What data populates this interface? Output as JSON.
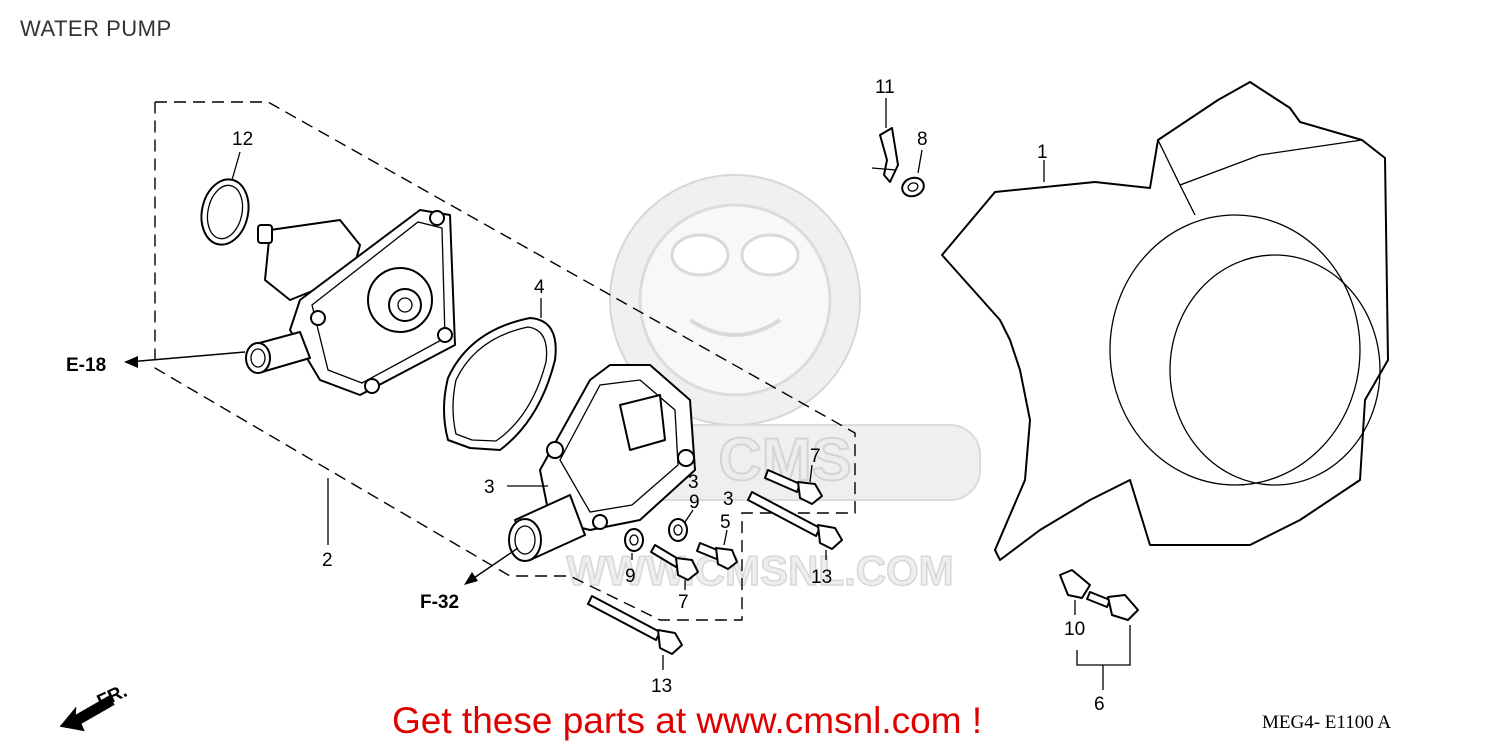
{
  "header": {
    "title": "WATER PUMP"
  },
  "callouts": {
    "c1": "1",
    "c2": "2",
    "c3a": "3",
    "c3b": "3",
    "c3c": "3",
    "c4": "4",
    "c5": "5",
    "c6": "6",
    "c7a": "7",
    "c7b": "7",
    "c8": "8",
    "c9a": "9",
    "c9b": "9",
    "c10": "10",
    "c11": "11",
    "c12": "12",
    "c13a": "13",
    "c13b": "13"
  },
  "references": {
    "e18": "E-18",
    "f32": "F-32",
    "front": "FR."
  },
  "watermark": {
    "text": "WWW.CMSNL.COM"
  },
  "footer": {
    "promo": "Get these parts at www.cmsnl.com !",
    "diagram_code": "MEG4- E1100 A"
  }
}
